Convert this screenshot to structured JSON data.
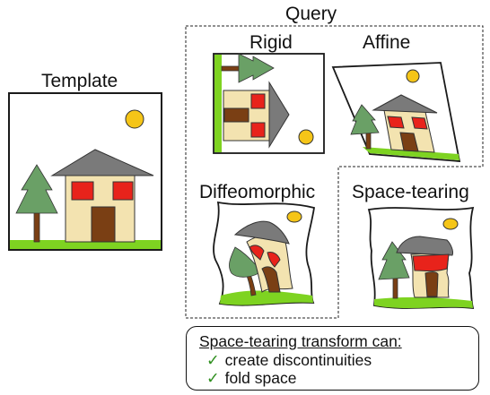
{
  "labels": {
    "template": "Template",
    "query": "Query",
    "rigid": "Rigid",
    "affine": "Affine",
    "diffeomorphic": "Diffeomorphic",
    "space_tearing": "Space-tearing"
  },
  "legend": {
    "title": "Space-tearing transform can:",
    "items": [
      "create discontinuities",
      "fold space"
    ]
  },
  "colors": {
    "sky": "#ffffff",
    "grass": "#7ed321",
    "sun": "#f5c518",
    "roof": "#7a7a7a",
    "wall": "#f3e3b0",
    "window": "#e8231b",
    "door": "#7a3f14",
    "tree_leaf": "#6aa066",
    "tree_trunk": "#7a3f14",
    "check": "#2f8f1f"
  },
  "icons": {
    "check": "check-icon"
  }
}
